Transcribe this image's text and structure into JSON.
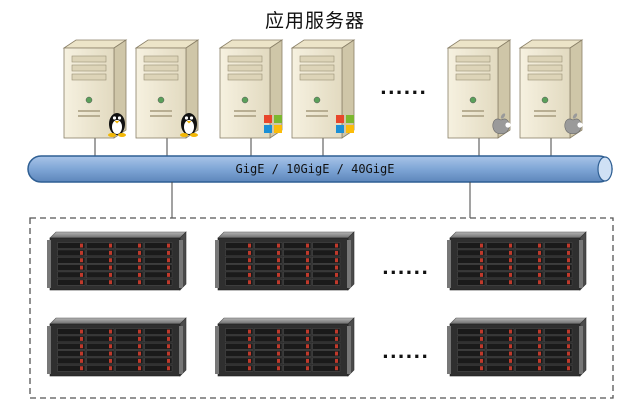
{
  "title": "应用服务器",
  "network": {
    "label": "GigE / 10GigE / 40GigE"
  },
  "servers": [
    {
      "os": "linux"
    },
    {
      "os": "linux"
    },
    {
      "os": "windows"
    },
    {
      "os": "windows"
    },
    {
      "os": "apple"
    },
    {
      "os": "apple"
    }
  ],
  "server_ellipsis": "......",
  "storage_ellipsis": "......",
  "storage_rows": [
    {
      "units": 3
    },
    {
      "units": 3
    }
  ],
  "colors": {
    "bus_fill": "#7fa6d6",
    "bus_stroke": "#2f5f93",
    "tower_front": "#efe9d4",
    "tower_side": "#d6cfb4",
    "rack_body": "#3a3a3a",
    "rack_top": "#8f8f8f",
    "dashed_border": "#555555"
  }
}
